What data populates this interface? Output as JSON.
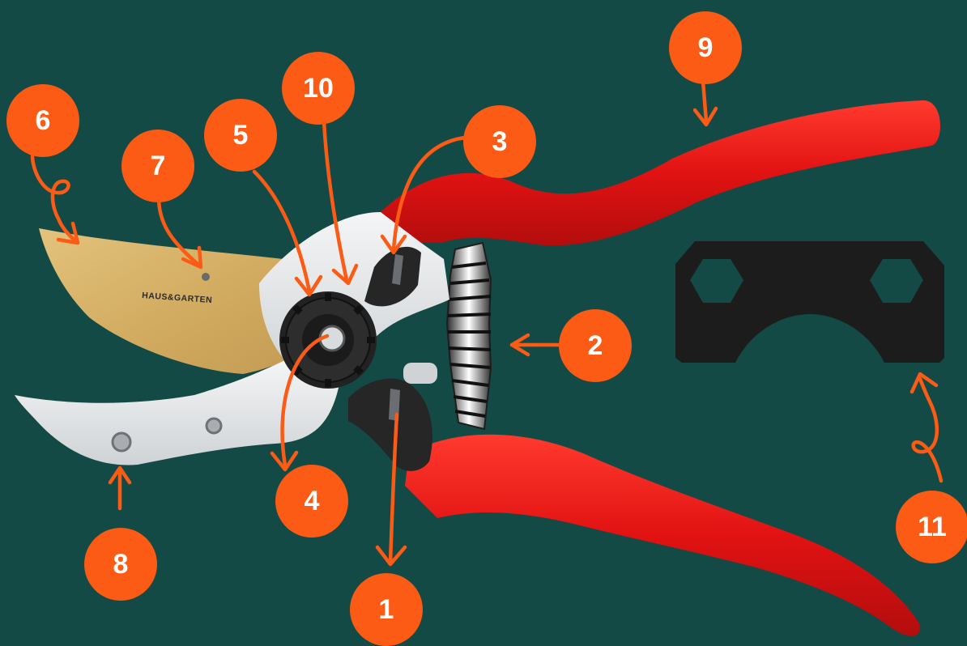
{
  "colors": {
    "background": "#134a45",
    "badge": "#fb5b14",
    "arrow": "#fb5b14",
    "handle": "#e81414",
    "blade": "#d6b36a",
    "metal": "#e6e8ea"
  },
  "brand_text": "HAUS&GARTEN",
  "labels": [
    {
      "id": "1",
      "text": "1"
    },
    {
      "id": "2",
      "text": "2"
    },
    {
      "id": "3",
      "text": "3"
    },
    {
      "id": "4",
      "text": "4"
    },
    {
      "id": "5",
      "text": "5"
    },
    {
      "id": "6",
      "text": "6"
    },
    {
      "id": "7",
      "text": "7"
    },
    {
      "id": "8",
      "text": "8"
    },
    {
      "id": "9",
      "text": "9"
    },
    {
      "id": "10",
      "text": "10"
    },
    {
      "id": "11",
      "text": "11"
    }
  ]
}
